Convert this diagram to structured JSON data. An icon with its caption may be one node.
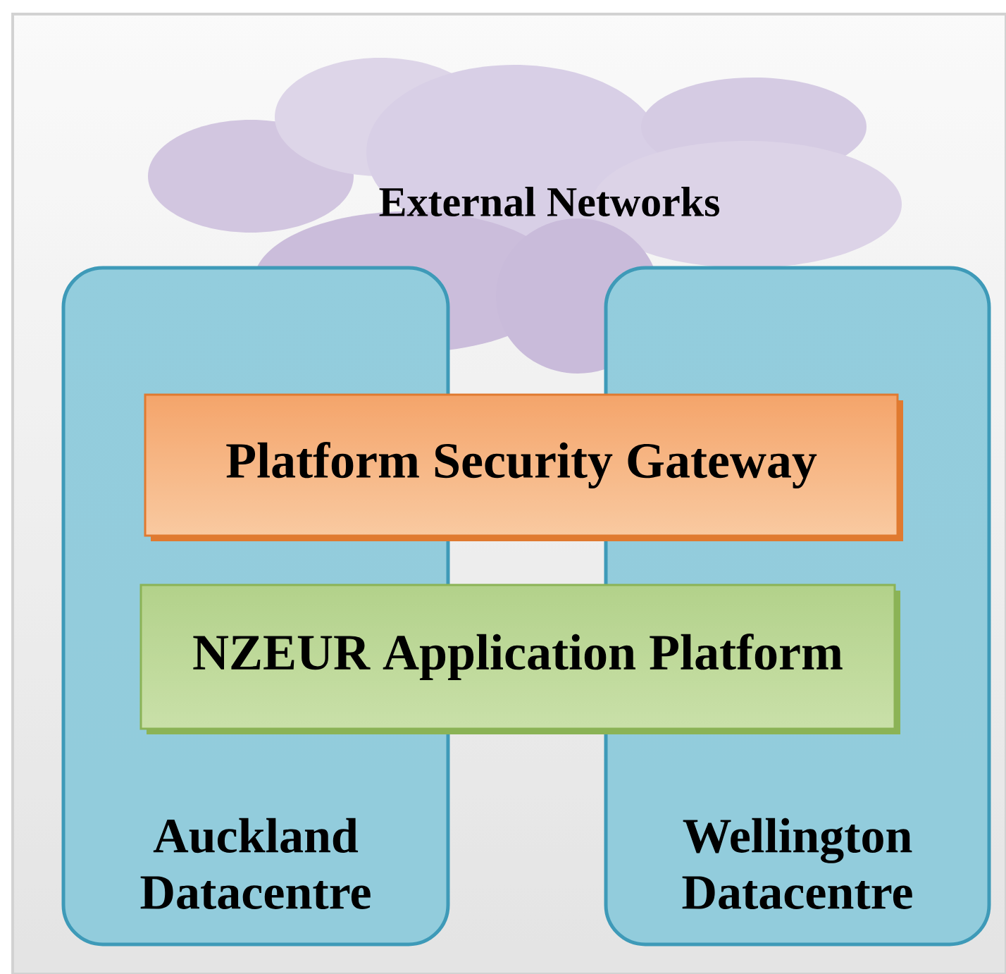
{
  "diagram": {
    "nodes": [
      {
        "text": [
          "External Networks"
        ]
      },
      {
        "text": [
          "Auckland Datacentre"
        ]
      },
      {
        "text": [
          "Wellington Datacentre"
        ]
      },
      {
        "text": [
          "Platform Security Gateway"
        ]
      },
      {
        "text": [
          "NZEUR Application Platform"
        ]
      }
    ]
  }
}
